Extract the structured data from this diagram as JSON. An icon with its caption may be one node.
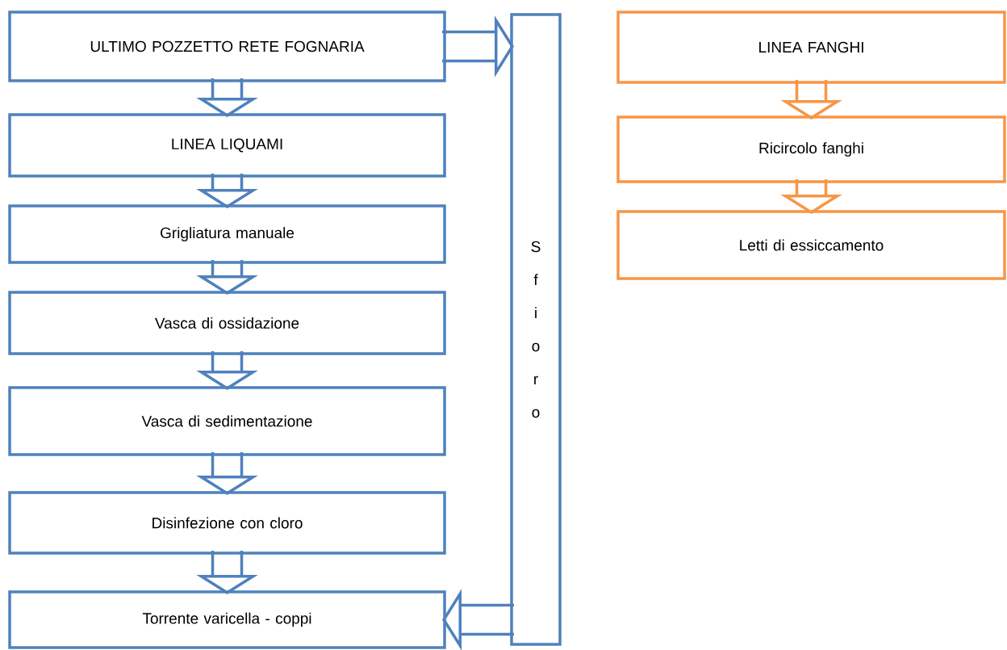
{
  "diagram": {
    "nodes": [
      {
        "text": [
          "ULTIMO POZZETTO RETE FOGNARIA"
        ]
      },
      {
        "text": [
          "LINEA LIQUAMI"
        ]
      },
      {
        "text": [
          "Grigliatura manuale"
        ]
      },
      {
        "text": [
          "Vasca di ossidazione"
        ]
      },
      {
        "text": [
          "Vasca di sedimentazione"
        ]
      },
      {
        "text": [
          "Disinfezione con cloro"
        ]
      },
      {
        "text": [
          "Torrente varicella - coppi"
        ]
      },
      {
        "text": [
          "Sfioro"
        ]
      },
      {
        "text": [
          "LINEA FANGHI"
        ]
      },
      {
        "text": [
          "Ricircolo fanghi"
        ]
      },
      {
        "text": [
          "Letti di essiccamento"
        ]
      }
    ],
    "edges": [
      {
        "from": 0,
        "to": 1,
        "arrow": "to"
      },
      {
        "from": 1,
        "to": 2,
        "arrow": "to"
      },
      {
        "from": 2,
        "to": 3,
        "arrow": "to"
      },
      {
        "from": 3,
        "to": 4,
        "arrow": "to"
      },
      {
        "from": 4,
        "to": 5,
        "arrow": "to"
      },
      {
        "from": 5,
        "to": 6,
        "arrow": "to"
      },
      {
        "from": 0,
        "to": 7,
        "arrow": "to"
      },
      {
        "from": 7,
        "to": 6,
        "arrow": "to"
      },
      {
        "from": 8,
        "to": 9,
        "arrow": "to",
        "color": "#f79646"
      },
      {
        "from": 9,
        "to": 10,
        "arrow": "to",
        "color": "#f79646"
      }
    ]
  }
}
